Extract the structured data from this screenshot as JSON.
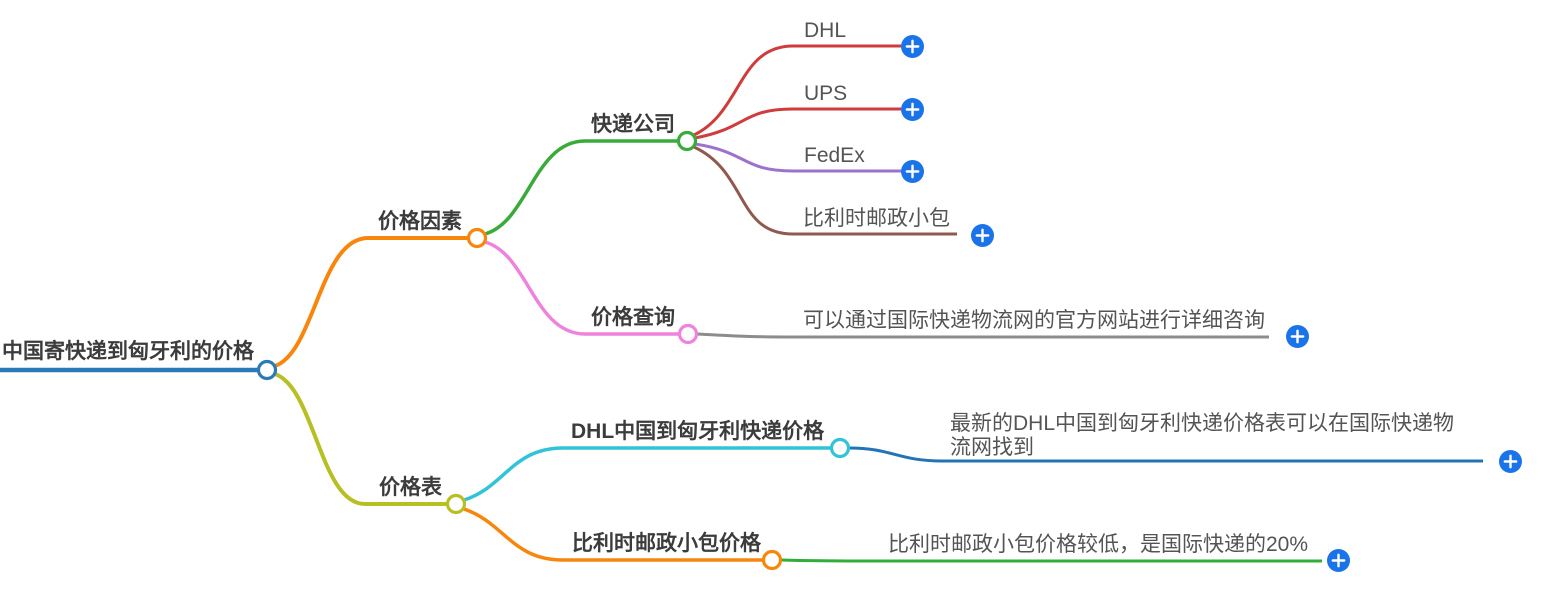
{
  "mindmap": {
    "root": {
      "label": "中国寄快递到匈牙利的价格"
    },
    "branches": [
      {
        "label": "价格因素",
        "children": [
          {
            "label": "快递公司",
            "children": [
              {
                "label": "DHL"
              },
              {
                "label": "UPS"
              },
              {
                "label": "FedEx"
              },
              {
                "label": "比利时邮政小包"
              }
            ]
          },
          {
            "label": "价格查询",
            "children": [
              {
                "label": "可以通过国际快递物流网的官方网站进行详细咨询"
              }
            ]
          }
        ]
      },
      {
        "label": "价格表",
        "children": [
          {
            "label": "DHL中国到匈牙利快递价格",
            "children": [
              {
                "label": "最新的DHL中国到匈牙利快递价格表可以在国际快递物流网找到"
              }
            ]
          },
          {
            "label": "比利时邮政小包价格",
            "children": [
              {
                "label": "比利时邮政小包价格较低，是国际快递的20%"
              }
            ]
          }
        ]
      }
    ]
  },
  "colors": {
    "root_blue": "#2b7ab8",
    "orange": "#f8860d",
    "olive": "#b7bf23",
    "green": "#3aab3a",
    "red": "#d03b3b",
    "purple": "#9d72cc",
    "brown": "#90584e",
    "pink": "#ee82dd",
    "gray": "#8c8c8c",
    "cyan": "#31c3d8",
    "leaf_blue": "#2273b8",
    "leaf_green": "#2fae38",
    "plus_button": "#1a73e8",
    "title_text": "#3c3c3c",
    "leaf_text": "#545454"
  }
}
